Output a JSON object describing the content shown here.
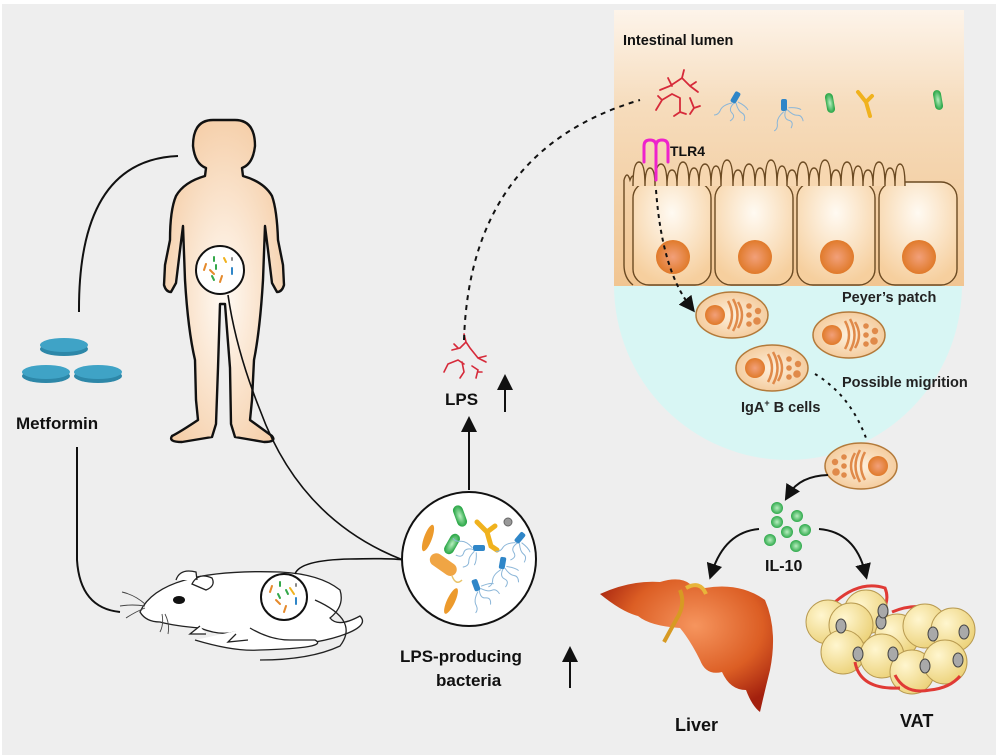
{
  "figure": {
    "title": "Metformin, gut microbiota, LPS and IgA+ B cell / IL-10 pathway",
    "labels": {
      "metformin": "Metformin",
      "intestinal_lumen": "Intestinal lumen",
      "tlr4": "TLR4",
      "peyers_patch": "Peyer’s patch",
      "possible_migration": "Possible migrition",
      "iga_b_cells": "IgA",
      "iga_sup": "+",
      "iga_b_cells_suffix": " B cells",
      "lps": "LPS",
      "lps_producing_line1": "LPS-producing",
      "lps_producing_line2": "bacteria",
      "il10": "IL-10",
      "liver": "Liver",
      "vat": "VAT"
    },
    "indicators": {
      "lps": "increase",
      "lps_producing_bacteria": "increase"
    },
    "colors": {
      "background": "#eeeeee",
      "lumen_top": "#fbefe2",
      "lumen_bottom": "#f2c999",
      "peyers_patch": "#d8f6f4",
      "tlr4": "#ee22cc",
      "lps": "#d62a3a",
      "pill": "#3b9ec0",
      "skin": "#f7d6b6",
      "il10": "#3cb35a",
      "liver": "#d85a26",
      "adipocyte": "#f3dd8c",
      "vessel": "#e03a35"
    }
  }
}
